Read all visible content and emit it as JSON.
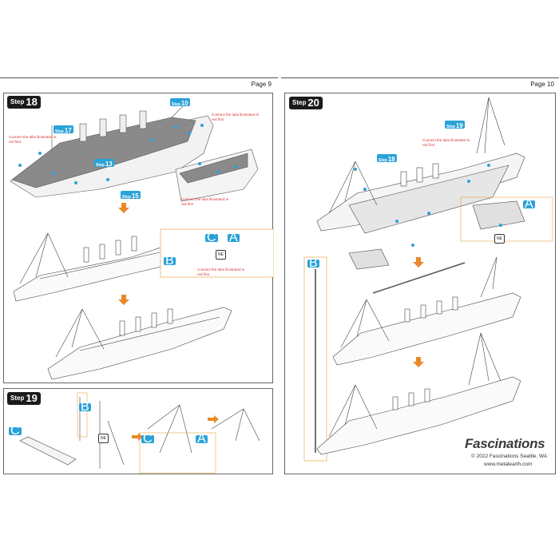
{
  "pages": {
    "left_page": "Page 9",
    "right_page": "Page 10"
  },
  "step18": {
    "word": "Step",
    "number": "18",
    "tags": [
      {
        "word": "Step",
        "number": "10"
      },
      {
        "word": "Step",
        "number": "17"
      },
      {
        "word": "Step",
        "number": "13"
      },
      {
        "word": "Step",
        "number": "15"
      }
    ],
    "notes": [
      "Connect the tabs illustrated in red first",
      "Connect the tabs illustrated in red first",
      "Connect the tabs illustrated in red first",
      "Connect the tabs illustrated in red first"
    ],
    "callout_labels": [
      "C",
      "A",
      "B",
      "NE"
    ]
  },
  "step19": {
    "word": "Step",
    "number": "19",
    "callout_labels": [
      "C",
      "B",
      "NE",
      "C",
      "A"
    ]
  },
  "step20": {
    "word": "Step",
    "number": "20",
    "tags": [
      {
        "word": "Step",
        "number": "19"
      },
      {
        "word": "Step",
        "number": "18"
      }
    ],
    "notes": [
      "Connect the tabs illustrated in red first"
    ],
    "callout_labels": [
      "A",
      "NE",
      "B"
    ]
  },
  "brand": {
    "name": "Fascinations",
    "copyright": "© 2022 Fascinations Seattle, WA",
    "url": "www.metalearth.com"
  },
  "colors": {
    "accent_blue": "#2aa2d8",
    "arrow_orange": "#e8892a",
    "note_red": "#d33333",
    "badge_dark": "#1a1a1a"
  }
}
